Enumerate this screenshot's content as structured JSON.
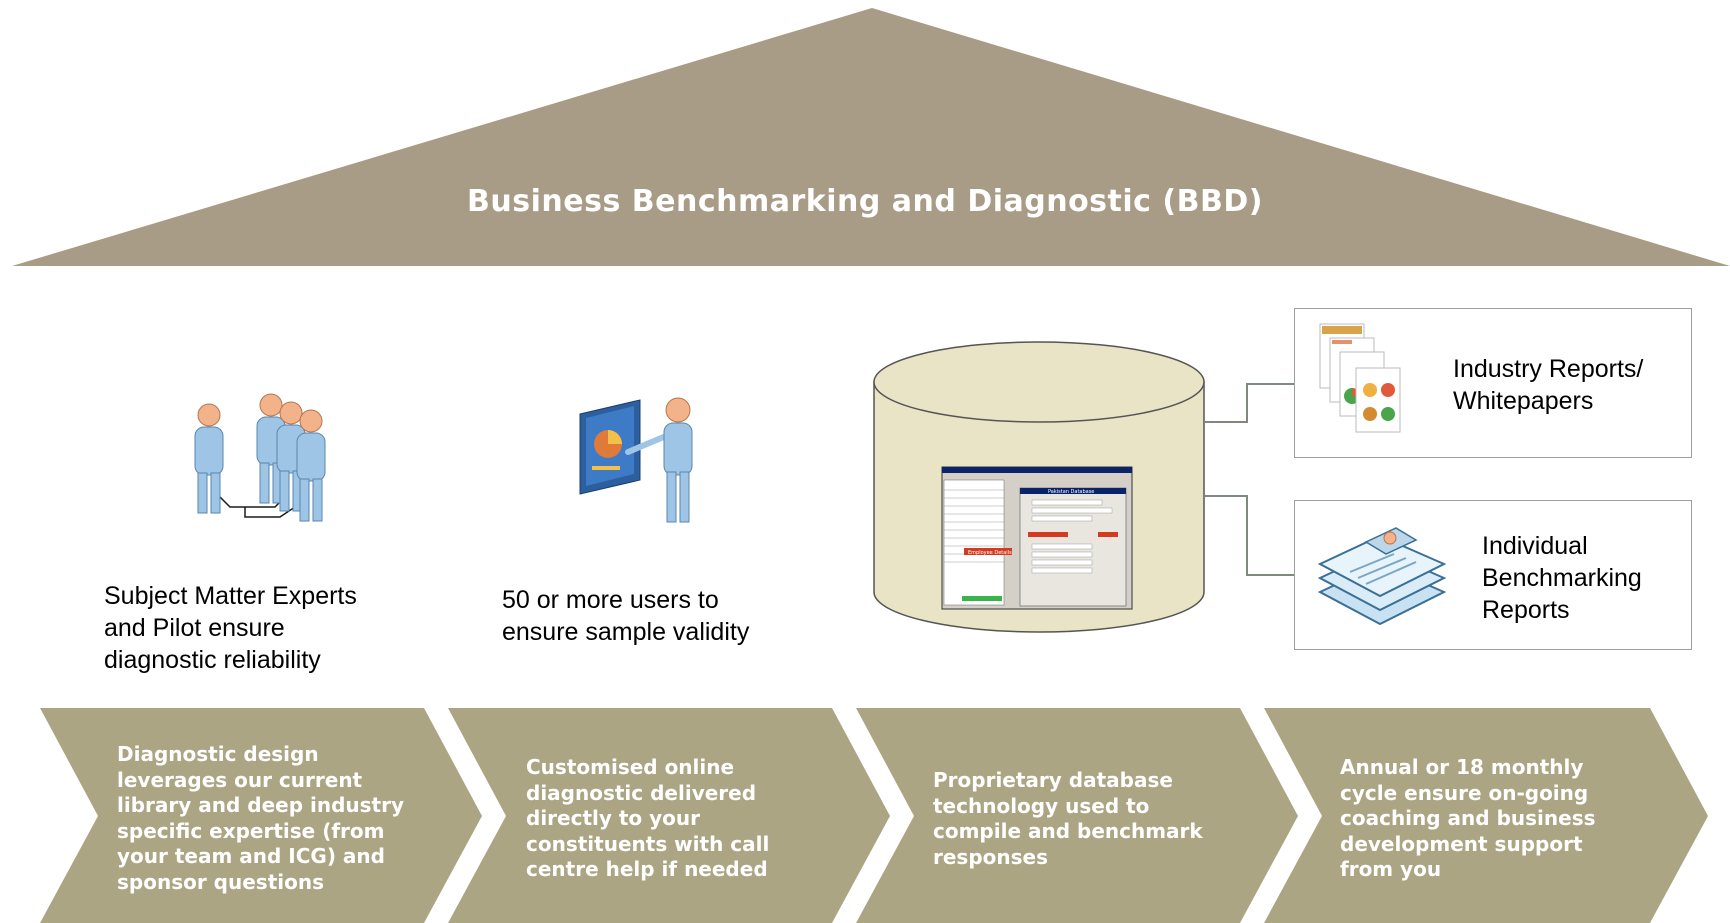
{
  "title": "Business Benchmarking and Diagnostic (BBD)",
  "colors": {
    "roof": "#a89c86",
    "chevron": "#aba584",
    "database": "#e9e4c5",
    "figure": "#9ec4e6",
    "head": "#f2b28a"
  },
  "columns": [
    {
      "caption": "Subject Matter Experts\nand Pilot ensure\ndiagnostic reliability",
      "icon": "team-of-people-icon"
    },
    {
      "caption": "50 or more users to\nensure sample validity",
      "icon": "presenter-with-chart-icon"
    },
    {
      "caption": "",
      "icon": "database-with-software-screenshot-icon"
    }
  ],
  "outputs": [
    {
      "label": "Industry Reports/\nWhitepapers",
      "icon": "report-documents-icon"
    },
    {
      "label": "Individual\nBenchmarking\nReports",
      "icon": "stacked-reports-icon"
    }
  ],
  "steps": [
    "Diagnostic design\nleverages our current\nlibrary and deep industry\nspecific expertise (from\nyour team and ICG) and\nsponsor questions",
    "Customised online\ndiagnostic delivered\ndirectly to your\nconstituents with call\ncentre help if needed",
    "Proprietary database\ntechnology used to\ncompile and benchmark\nresponses",
    "Annual or 18 monthly\ncycle ensure on-going\ncoaching and business\ndevelopment support\nfrom you"
  ],
  "screenshot": {
    "window_title": "Pakistan Database",
    "panel_title": "Employee Details"
  }
}
